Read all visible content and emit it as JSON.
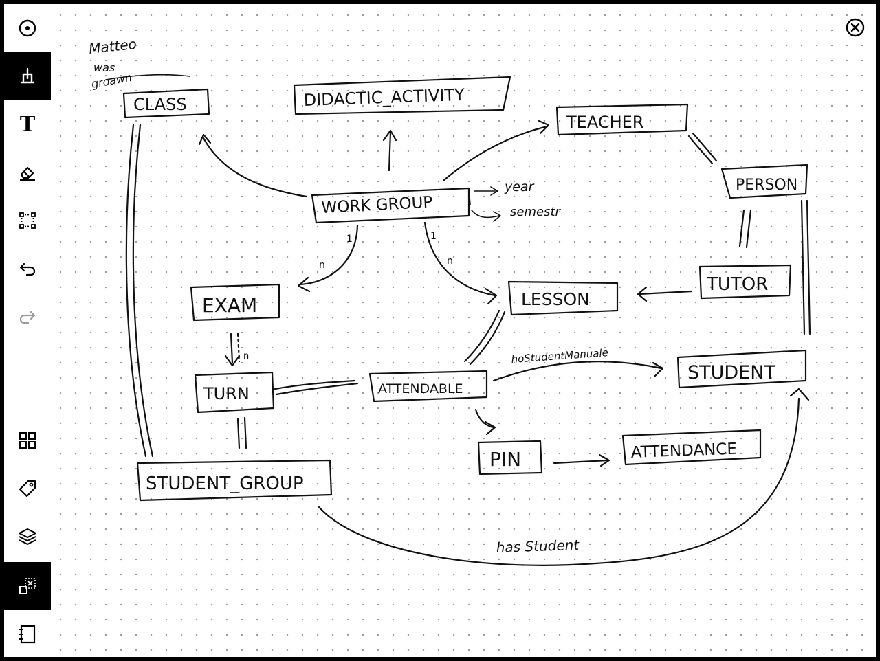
{
  "window": {
    "close_label": "close"
  },
  "toolbar": {
    "tools": [
      {
        "name": "pen-mode",
        "icon": "circle-dot-icon"
      },
      {
        "name": "writing-tool",
        "icon": "pen-nib-icon",
        "active": true
      },
      {
        "name": "text-tool",
        "icon": "text-icon",
        "glyph": "T"
      },
      {
        "name": "eraser-tool",
        "icon": "eraser-icon"
      },
      {
        "name": "select-tool",
        "icon": "lasso-select-icon"
      },
      {
        "name": "undo",
        "icon": "undo-icon"
      },
      {
        "name": "redo",
        "icon": "redo-icon",
        "disabled": true
      },
      {
        "name": "templates",
        "icon": "grid-icon"
      },
      {
        "name": "tags",
        "icon": "tag-icon"
      },
      {
        "name": "layers",
        "icon": "layers-icon"
      },
      {
        "name": "move-tool",
        "icon": "move-select-icon",
        "active": true
      },
      {
        "name": "notebook",
        "icon": "notebook-icon"
      }
    ]
  },
  "sketch": {
    "notes": {
      "line1": "Matteo",
      "line2": "was",
      "line3": "groawn"
    },
    "entities": {
      "class": "CLASS",
      "didactic_activity": "DIDACTIC_ACTIVITY",
      "teacher": "TEACHER",
      "person": "PERSON",
      "work_group": "WORK GROUP",
      "exam": "EXAM",
      "lesson": "LESSON",
      "tutor": "TUTOR",
      "turn": "TURN",
      "attendable": "ATTENDABLE",
      "student": "STUDENT",
      "pin": "PIN",
      "attendance": "ATTENDANCE",
      "student_group": "STUDENT_GROUP"
    },
    "labels": {
      "year": "year",
      "semester": "semestr",
      "has_student_manual": "hoStudentManuale",
      "has_student": "has Student",
      "card_1": "1",
      "card_n": "n"
    }
  }
}
